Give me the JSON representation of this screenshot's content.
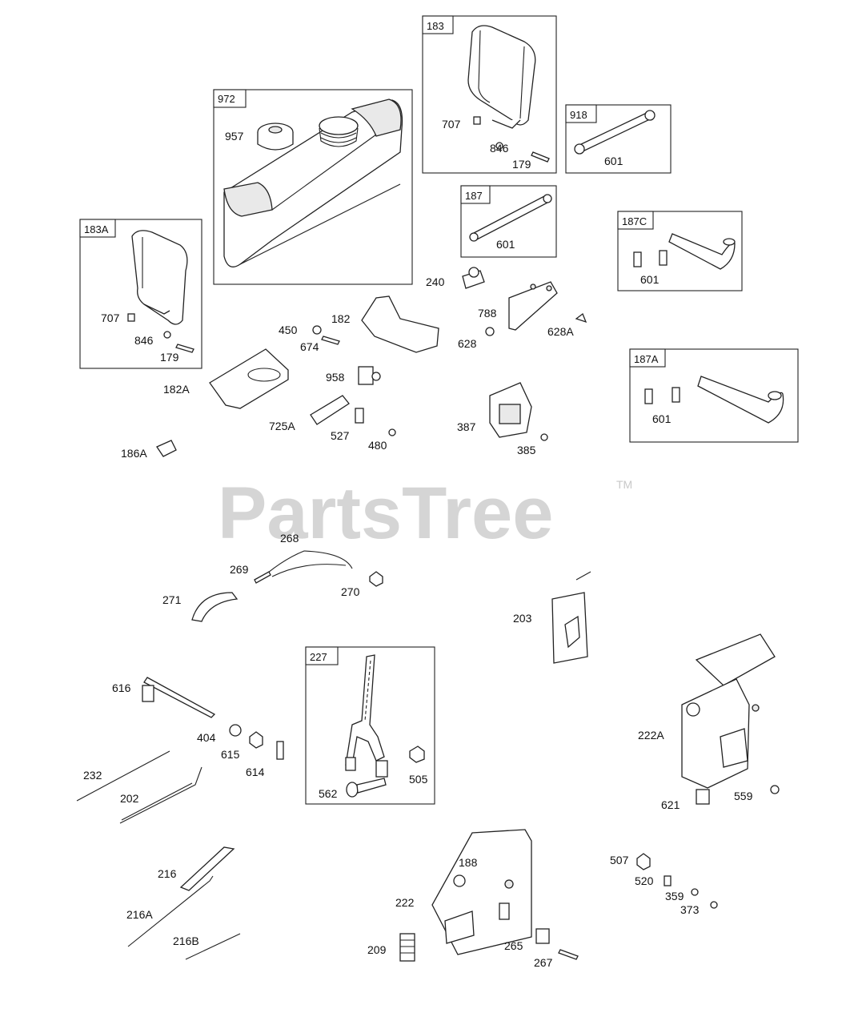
{
  "watermark": {
    "brand": "PartsTree",
    "tm": "TM"
  },
  "boxes": [
    {
      "id": "box-972",
      "tag": "972"
    },
    {
      "id": "box-183",
      "tag": "183"
    },
    {
      "id": "box-918",
      "tag": "918"
    },
    {
      "id": "box-187",
      "tag": "187"
    },
    {
      "id": "box-187c",
      "tag": "187C"
    },
    {
      "id": "box-183a",
      "tag": "183A"
    },
    {
      "id": "box-187a",
      "tag": "187A"
    },
    {
      "id": "box-227",
      "tag": "227"
    }
  ],
  "labels": [
    "957",
    "707",
    "846",
    "179",
    "601",
    "601",
    "601",
    "240",
    "707",
    "846",
    "179",
    "450",
    "674",
    "182",
    "788",
    "628",
    "628A",
    "182A",
    "958",
    "725A",
    "527",
    "480",
    "387",
    "385",
    "601",
    "186A",
    "268",
    "269",
    "270",
    "271",
    "203",
    "616",
    "404",
    "615",
    "614",
    "232",
    "202",
    "562",
    "505",
    "222A",
    "621",
    "559",
    "216",
    "216A",
    "216B",
    "188",
    "222",
    "209",
    "265",
    "267",
    "507",
    "520",
    "359",
    "373"
  ]
}
